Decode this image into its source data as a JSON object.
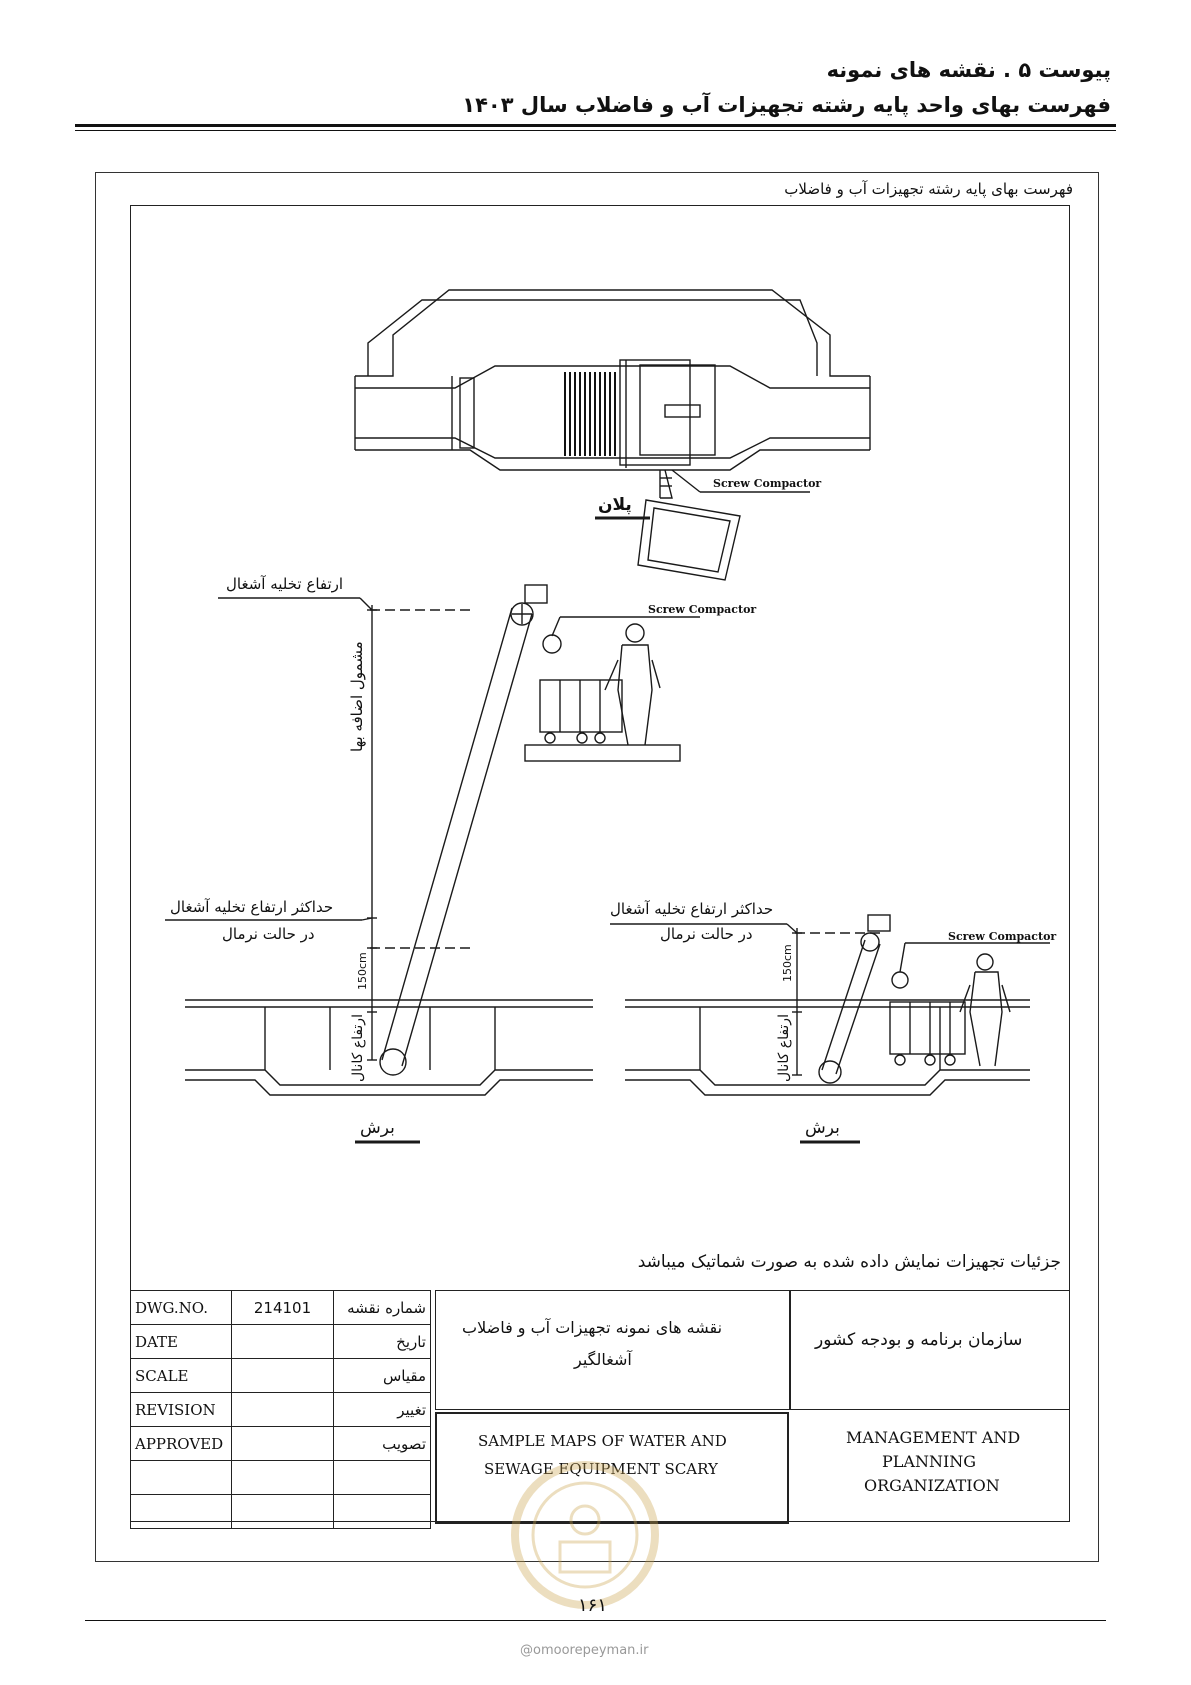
{
  "header": {
    "line1": "پیوست ۵ . نقشه های نمونه",
    "line2": "فهرست بهای واحد پایه رشته تجهیزات آب و فاضلاب سال ۱۴۰۳"
  },
  "frame_title": "فهرست بهای پایه رشته تجهیزات آب و فاضلاب",
  "plan": {
    "label": "پلان",
    "callout": "Screw Compactor"
  },
  "section_left": {
    "discharge_height": "ارتفاع تخلیه آشغال",
    "extra_cost": "مشمول اضافه بها",
    "max_height": "حداکثر ارتفاع تخلیه آشغال",
    "normal": "در حالت نرمال",
    "dim_150": "150cm",
    "channel_height": "ارتفاع کانال",
    "callout": "Screw Compactor",
    "label": "برش"
  },
  "section_right": {
    "max_height": "حداکثر ارتفاع تخلیه آشغال",
    "normal": "در حالت نرمال",
    "dim_150": "150cm",
    "channel_height": "ارتفاع کانال",
    "callout": "Screw Compactor",
    "label": "برش"
  },
  "note": "جزئیات تجهیزات نمایش داده شده به صورت شماتیک میباشد",
  "title_block": {
    "rows": [
      {
        "en": "DWG.NO.",
        "value": "214101",
        "fa": "شماره نقشه"
      },
      {
        "en": "DATE",
        "value": "",
        "fa": "تاریخ"
      },
      {
        "en": "SCALE",
        "value": "",
        "fa": "مقیاس"
      },
      {
        "en": "REVISION",
        "value": "",
        "fa": "تغییر"
      },
      {
        "en": "APPROVED",
        "value": "",
        "fa": "تصویب"
      },
      {
        "en": "",
        "value": "",
        "fa": ""
      },
      {
        "en": "",
        "value": "",
        "fa": ""
      }
    ],
    "project_fa_1": "نقشه های نمونه تجهیزات آب و فاضلاب",
    "project_fa_2": "آشغالگیر",
    "org_fa": "سازمان برنامه و بودجه کشور",
    "project_en_1": "SAMPLE MAPS OF WATER AND",
    "project_en_2": "SEWAGE EQUIPMENT SCARY",
    "org_en_1": "MANAGEMENT AND",
    "org_en_2": "PLANNING",
    "org_en_3": "ORGANIZATION"
  },
  "page_number": "۱۶۱",
  "watermark_url": "@omoorepeyman.ir"
}
